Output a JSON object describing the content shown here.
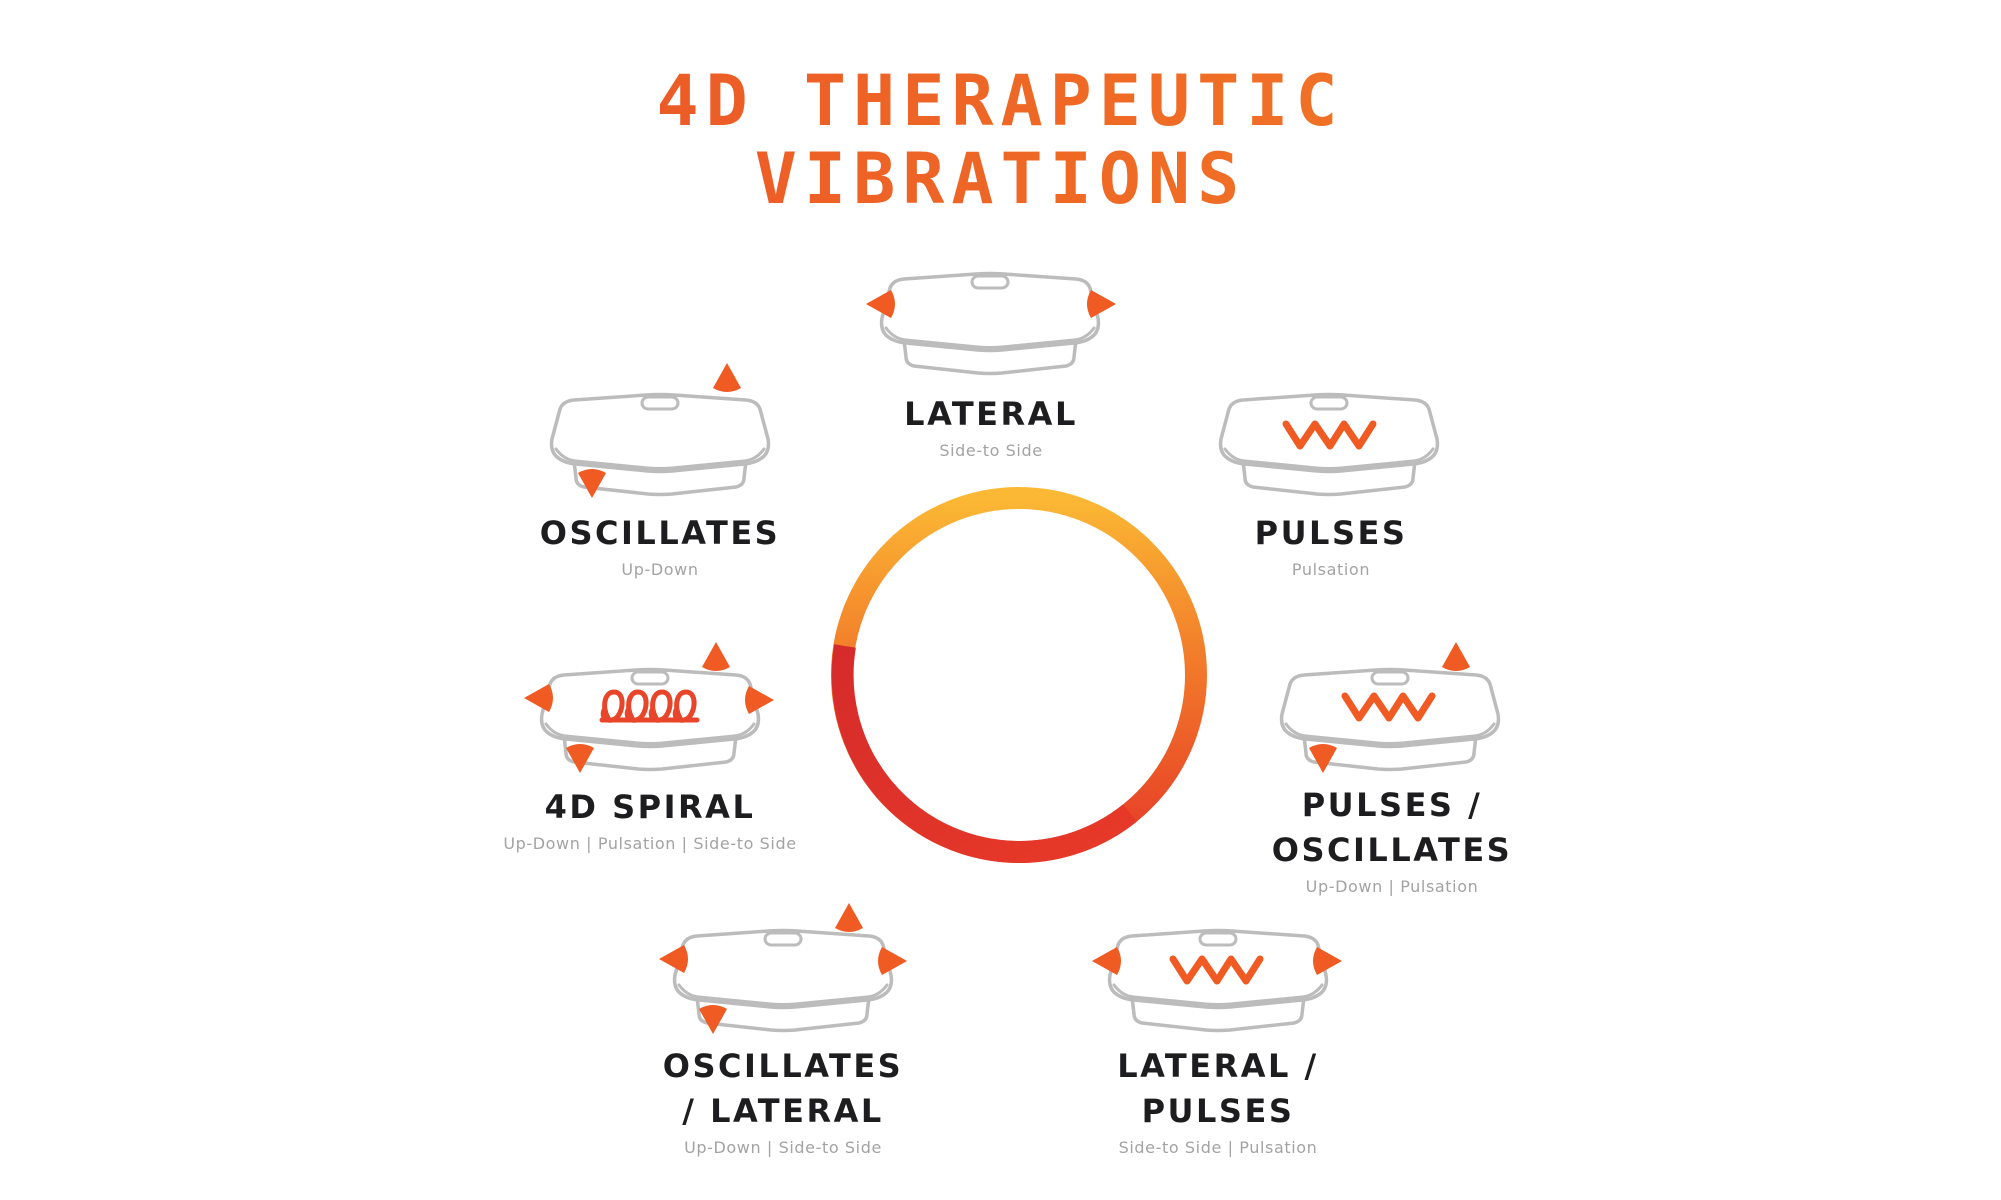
{
  "title": {
    "line1": "4D THERAPEUTIC",
    "line2": "VIBRATIONS"
  },
  "colors": {
    "accent_orange": "#f05a23",
    "accent_yellow": "#fbb834",
    "accent_red": "#d92d2d",
    "platform_outline": "#bcbcbc",
    "label_dark": "#1d1d1f",
    "label_gray": "#a3a3a3"
  },
  "modes": [
    {
      "id": "lateral",
      "name": "LATERAL",
      "sub": "Side-to Side",
      "icon": "lateral-arrows-icon"
    },
    {
      "id": "oscillates",
      "name": "OSCILLATES",
      "sub": "Up-Down",
      "icon": "up-down-arrows-icon"
    },
    {
      "id": "pulses",
      "name": "PULSES",
      "sub": "Pulsation",
      "icon": "wave-icon"
    },
    {
      "id": "spiral",
      "name": "4D SPIRAL",
      "sub": "Up-Down | Pulsation | Side-to Side",
      "icon": "spiral-icon"
    },
    {
      "id": "pulses-oscillates",
      "name": "PULSES /\nOSCILLATES",
      "sub": "Up-Down | Pulsation",
      "icon": "wave-up-down-icon"
    },
    {
      "id": "oscillates-lateral",
      "name": "OSCILLATES\n/ LATERAL",
      "sub": "Up-Down | Side-to Side",
      "icon": "up-down-lateral-icon"
    },
    {
      "id": "lateral-pulses",
      "name": "LATERAL /\nPULSES",
      "sub": "Side-to Side | Pulsation",
      "icon": "wave-lateral-icon"
    }
  ]
}
